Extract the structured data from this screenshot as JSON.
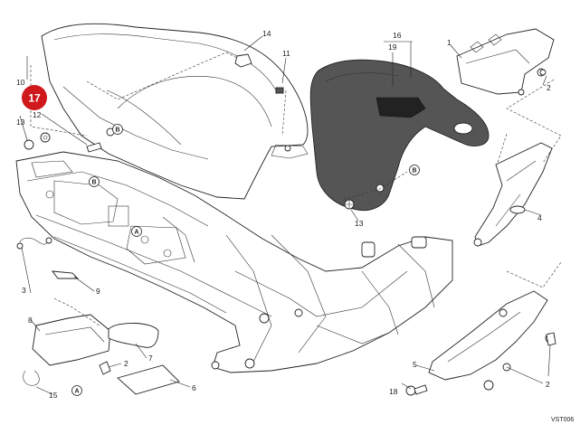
{
  "badge": {
    "label": "17",
    "color": "#d0191c"
  },
  "callouts": {
    "p1": "1",
    "p2a": "2",
    "p2b": "2",
    "p2c": "2",
    "p3": "3",
    "p4": "4",
    "p5": "5",
    "p6": "6",
    "p7": "7",
    "p8": "8",
    "p9": "9",
    "p10": "10",
    "p11": "11",
    "p12": "12",
    "p13a": "13",
    "p13b": "13",
    "p14": "14",
    "p15": "15",
    "p16": "16",
    "p18": "18",
    "p19": "19"
  },
  "refs": {
    "a1": "A",
    "a2": "A",
    "b1": "B",
    "b2": "B",
    "b3": "B"
  },
  "drawing_code": "VST006"
}
